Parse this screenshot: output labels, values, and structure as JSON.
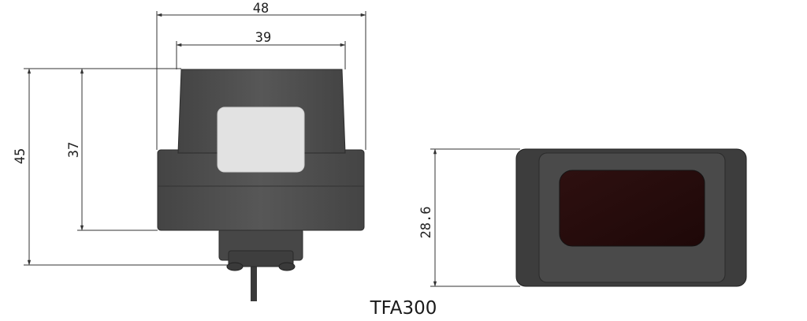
{
  "caption": "TFA300",
  "dimensions": {
    "overall_width": "48",
    "top_width": "39",
    "overall_height": "45",
    "body_height": "37",
    "side_height": "28.6"
  },
  "colors": {
    "housing": "#505050",
    "housing_dark": "#3c3c3c",
    "window": "#e4e4e4",
    "lens": "#2a0d0d",
    "line": "#333333"
  }
}
